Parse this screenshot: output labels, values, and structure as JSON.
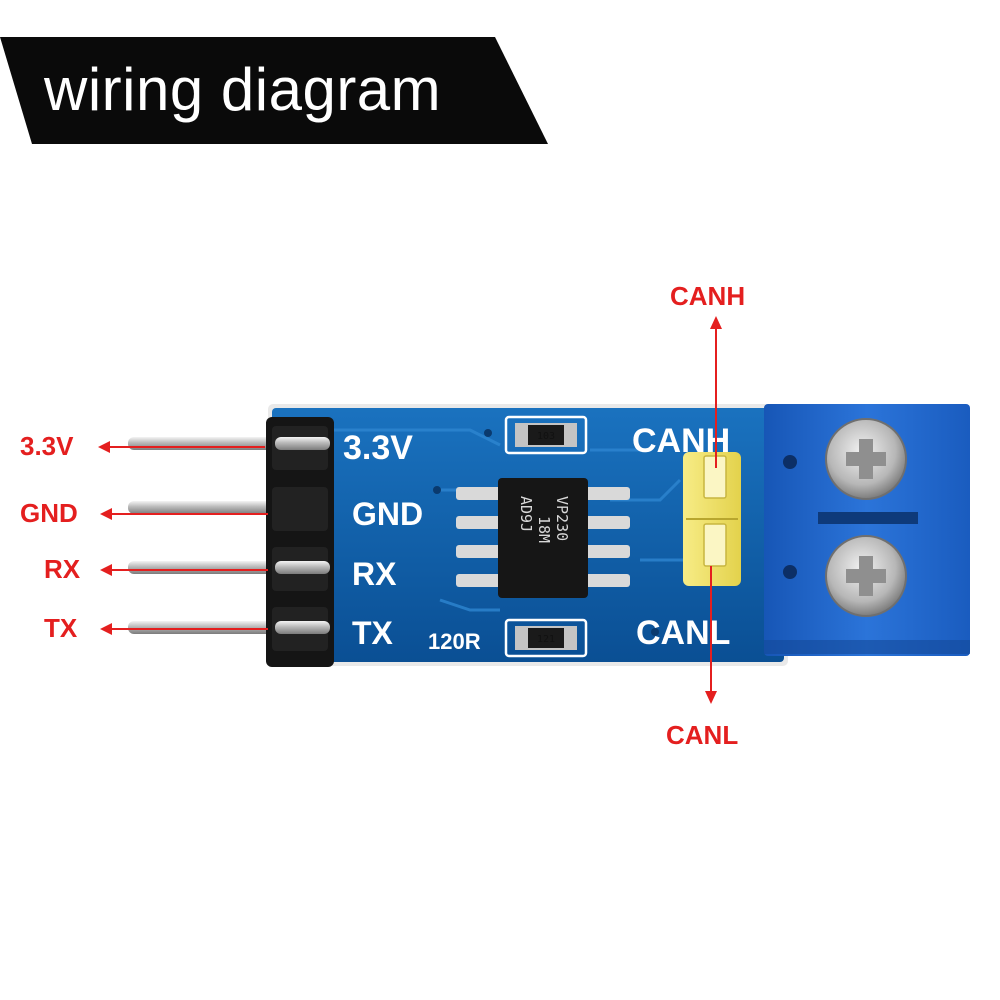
{
  "title": "wiring diagram",
  "pins_left": [
    {
      "label": "3.3V",
      "silk": "3.3V"
    },
    {
      "label": "GND",
      "silk": "GND"
    },
    {
      "label": "RX",
      "silk": "RX"
    },
    {
      "label": "TX",
      "silk": "TX"
    }
  ],
  "callouts_right": {
    "top": "CANH",
    "bottom": "CANL"
  },
  "silk_right": {
    "top": "CANH",
    "bottom": "CANL"
  },
  "silk_resistor": "120R",
  "chip": {
    "line1": "VP230",
    "line2": "18M",
    "line3": "AD9J"
  },
  "smd_top": "103",
  "smd_bottom": "121",
  "colors": {
    "callout": "#e41f1f",
    "pcb": "#0d5fa8",
    "terminal": "#1f63c9",
    "jumper": "#f2e46a"
  }
}
